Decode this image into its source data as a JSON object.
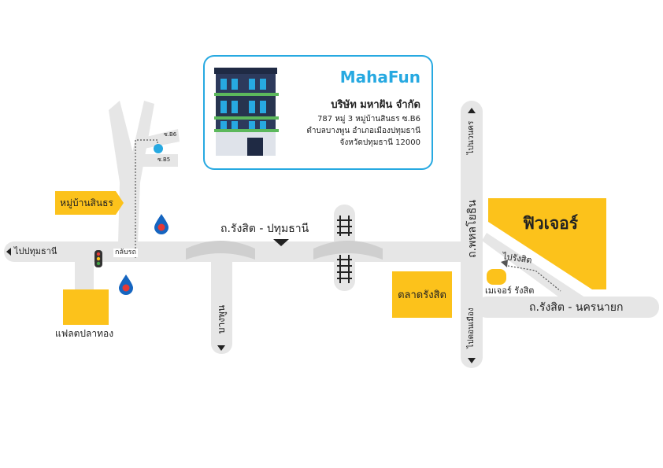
{
  "colors": {
    "road": "#e6e6e6",
    "bridge": "#cfcfcf",
    "accent_yellow": "#fcc21b",
    "accent_blue": "#27a9e1",
    "text": "#222222"
  },
  "roads": {
    "main_road": "ถ.รังสิต - ปทุมธานี",
    "phahon_road": "ถ.พหลโยธิน",
    "rangsit_nakhon_nayok": "ถ.รังสิต - นครนายก",
    "to_pathum_thani": "ไปปทุมธานี",
    "bang_phun": "บางพูน",
    "to_rangsit": "ไปรังสิต",
    "to_don_mueang": "ไปดอนเมือง",
    "to_navanakorn": "ไปนวนคร",
    "u_turn": "กลับรถ",
    "soi_b6": "ซ.B6",
    "soi_b5": "ซ.B5"
  },
  "places": {
    "village": "หมู่บ้านสินธร",
    "flat": "แฟลตปลาทอง",
    "market": "ตลาดรังสิต",
    "future_park": "ฟิวเจอร์",
    "major_cineplex": "เมเจอร์ รังสิต"
  },
  "company": {
    "logo_text": "MahaFun",
    "name": "บริษัท มหาฝัน จำกัด",
    "address_line1": "787 หมู่ 3 หมู่บ้านสินธร ซ.B6",
    "address_line2": "ตำบลบางพูน อำเภอเมืองปทุมธานี",
    "address_line3": "จังหวัดปทุมธานี 12000"
  },
  "icons": {
    "traffic_light": "traffic-light-icon",
    "gas_station": "gas-station-icon",
    "railway": "railway-track-icon",
    "location_pin": "location-pin-icon",
    "building": "building-icon"
  }
}
